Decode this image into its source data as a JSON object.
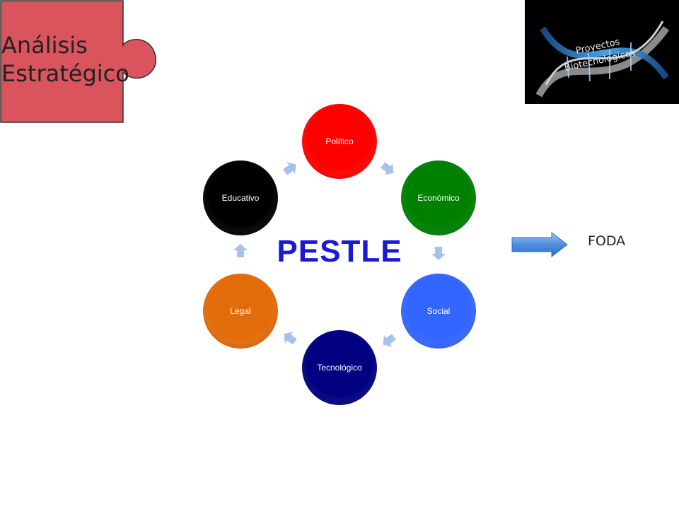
{
  "title": {
    "line1": "Análisis",
    "line2": "Estratégico"
  },
  "logo": {
    "line1": "Proyectos",
    "line2": "Biotecnologicos"
  },
  "diagram": {
    "center_label": "PESTLE",
    "nodes": [
      {
        "label": "Político",
        "color": "#ff0000"
      },
      {
        "label": "Económico",
        "color": "#008000"
      },
      {
        "label": "Social",
        "color": "#3366ff"
      },
      {
        "label": "Tecnológico",
        "color": "#000080"
      },
      {
        "label": "Legal",
        "color": "#e36c0a"
      },
      {
        "label": "Educativo",
        "color": "#000000"
      }
    ],
    "connector_color": "#a6c1ec"
  },
  "side_note": {
    "label": "FODA",
    "arrow_color": "#4f8fe0"
  },
  "colors": {
    "puzzle_fill": "#d9545c",
    "text": "#222222",
    "center_text": "#1a1ad6"
  }
}
